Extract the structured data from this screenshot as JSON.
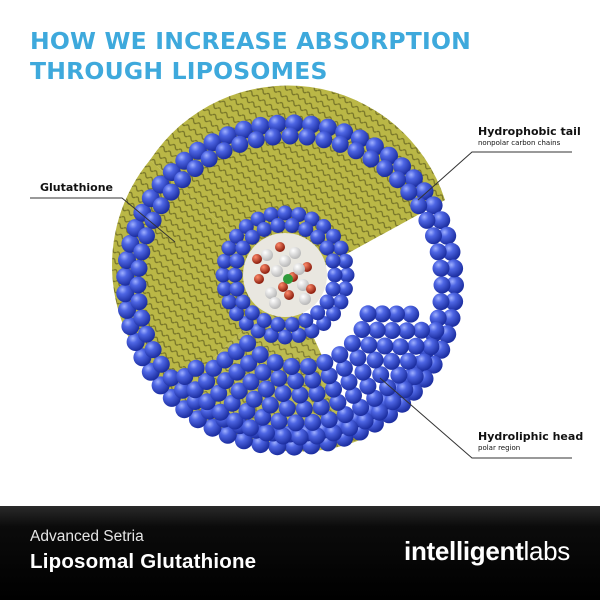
{
  "title": {
    "line1": "HOW WE INCREASE ABSORPTION",
    "line2": "THROUGH LIPOSOMES"
  },
  "labels": {
    "glutathione": "Glutathione",
    "hydrophobic_tail": "Hydrophobic tail",
    "hydrophobic_sub": "nonpolar carbon chains",
    "hydroliphic_head": "Hydroliphic head",
    "hydroliphic_sub": "polar region"
  },
  "footer": {
    "subtitle": "Advanced Setria",
    "product": "Liposomal Glutathione",
    "brand_bold": "intelligent",
    "brand_light": "labs"
  },
  "colors": {
    "title": "#3ea9dc",
    "sphere_blue": "#3b55d4",
    "tail_yellow": "#b8b53a",
    "footer_bg": "#000000"
  }
}
